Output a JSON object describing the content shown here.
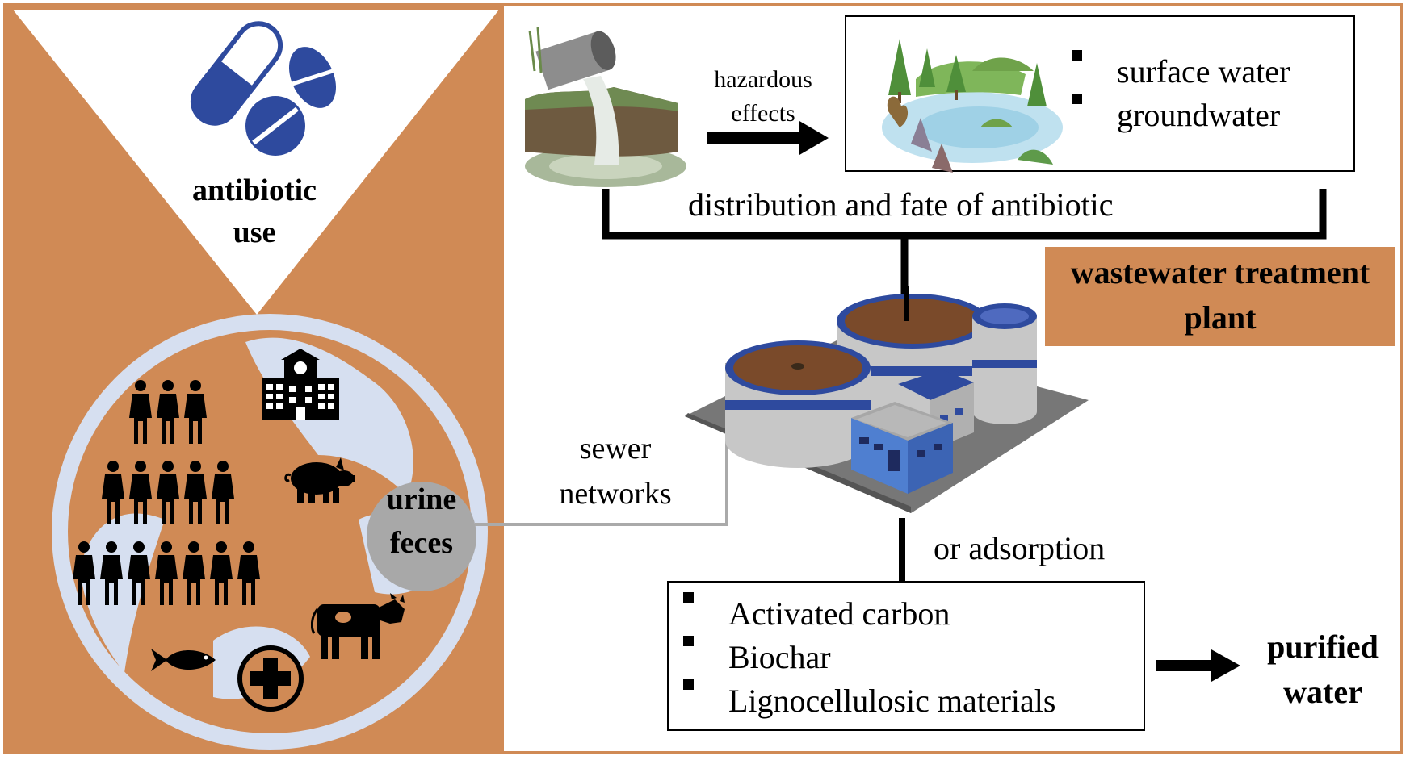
{
  "colors": {
    "orange": "#d08a55",
    "navy": "#2e4a9e",
    "globe_fill": "#d6dff0",
    "sewer_line": "#aaaaaa",
    "node_grey": "#a8a8a8"
  },
  "left_panel": {
    "antibiotic_label_line1": "antibiotic",
    "antibiotic_label_line2": "use",
    "source_node_line1": "urine",
    "source_node_line2": "feces",
    "icons": [
      "capsule-icon",
      "tablet-icon",
      "hospital-icon",
      "people-icon",
      "pig-icon",
      "cow-icon",
      "fish-icon",
      "medical-cross-icon"
    ]
  },
  "top_flow": {
    "arrow_label_line1": "hazardous",
    "arrow_label_line2": "effects",
    "water_bodies": [
      "surface water",
      "groundwater"
    ],
    "bracket_label": "distribution and fate of antibiotic"
  },
  "plant": {
    "label_line1": "wastewater treatment",
    "label_line2": "plant"
  },
  "sewer": {
    "label_line1": "sewer",
    "label_line2": "networks"
  },
  "adsorption": {
    "label": "or adsorption",
    "materials": [
      "Activated carbon",
      "Biochar",
      "Lignocellulosic materials"
    ]
  },
  "output": {
    "label_line1": "purified",
    "label_line2": "water"
  }
}
